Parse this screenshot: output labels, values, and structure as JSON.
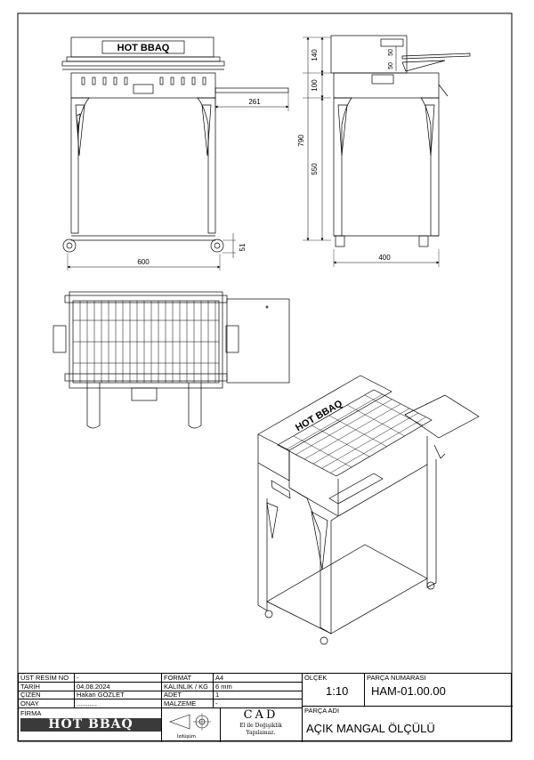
{
  "views": {
    "front": {
      "logo_text": "HOT BBAQ",
      "dim_width": "600",
      "dim_shelf": "261",
      "dim_wheel": "51"
    },
    "side": {
      "dim_140": "140",
      "dim_100": "100",
      "dim_50a": "50",
      "dim_50b": "50",
      "dim_790": "790",
      "dim_550": "550",
      "dim_depth": "400"
    },
    "iso": {
      "logo_text": "HOT BBAQ"
    }
  },
  "title_block": {
    "ust_resim_no_label": "ÜST RESİM NO",
    "ust_resim_no_value": "-",
    "tarih_label": "TARİH",
    "tarih_value": "04.08.2024",
    "cizen_label": "ÇİZEN",
    "cizen_value": "Hakan GÖZLET",
    "onay_label": "ONAY",
    "onay_value": "...........",
    "firma_label": "FİRMA",
    "firma_logo": "HOT BBAQ",
    "format_label": "FORMAT",
    "format_value": "A4",
    "kalinlik_label": "KALINLIK / KG",
    "kalinlik_value": "6 mm",
    "adet_label": "ADET",
    "adet_value": "1",
    "malzeme_label": "MALZEME",
    "malzeme_value": "-",
    "izdusum_label": "İzdüşüm",
    "cad_title": "CAD",
    "cad_sub1": "El ile Değişiklik",
    "cad_sub2": "Yapılamaz.",
    "olcek_label": "ÖLÇEK",
    "olcek_value": "1:10",
    "parca_no_label": "PARÇA NUMARASI",
    "parca_no_value": "HAM-01.00.00",
    "parca_adi_label": "PARÇA ADI",
    "parca_adi_value": "AÇIK MANGAL ÖLÇÜLÜ"
  }
}
